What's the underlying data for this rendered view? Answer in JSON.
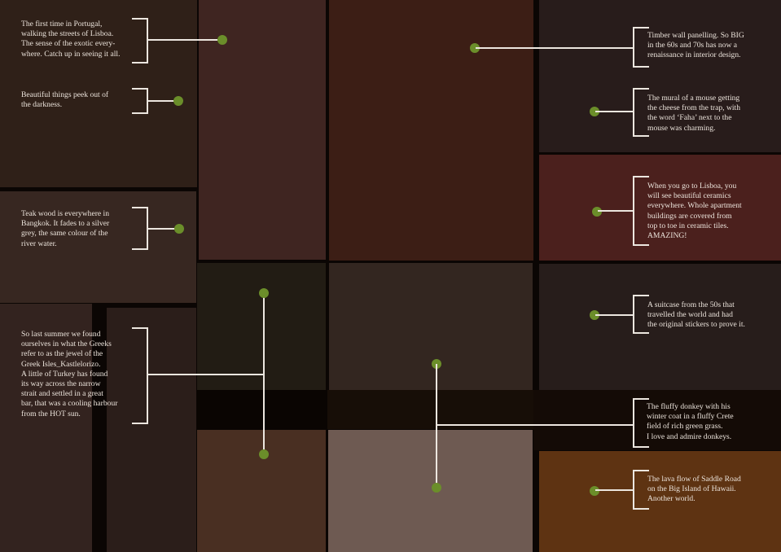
{
  "colors": {
    "background": "#0b0604",
    "dot": "#6b8e2a",
    "line": "#ece6df",
    "text": "#ece4dc"
  },
  "tiles": [
    {
      "id": "tile-top-left",
      "color": "#2f2018"
    },
    {
      "id": "tile-mid-left",
      "color": "#372721"
    },
    {
      "id": "tile-bottom-left-outer",
      "color": "#33231f"
    },
    {
      "id": "tile-bottom-left-inner",
      "color": "#2b1e1a"
    },
    {
      "id": "tile-col2-top",
      "color": "#3f2521"
    },
    {
      "id": "tile-col3-top",
      "color": "#3c1e15"
    },
    {
      "id": "tile-col2-mid",
      "color": "#221c14"
    },
    {
      "id": "tile-col3-mid",
      "color": "#332620"
    },
    {
      "id": "tile-dark-band-left",
      "color": "#0a0502"
    },
    {
      "id": "tile-dark-band-mid",
      "color": "#170e07"
    },
    {
      "id": "tile-col2-bottom",
      "color": "#492f22"
    },
    {
      "id": "tile-col3-bottom",
      "color": "#6e5a52"
    },
    {
      "id": "tile-right-1",
      "color": "#281c1b"
    },
    {
      "id": "tile-right-2",
      "color": "#4b201d"
    },
    {
      "id": "tile-right-3",
      "color": "#271d1b"
    },
    {
      "id": "tile-right-4",
      "color": "#140b06"
    },
    {
      "id": "tile-right-5",
      "color": "#5e3312"
    }
  ],
  "notes": [
    {
      "id": "portugal",
      "text": "The first time in Portugal,\nwalking the streets of Lisboa.\nThe sense of the exotic every-\nwhere. Catch up in seeing it all."
    },
    {
      "id": "darkness",
      "text": "Beautiful things peek out of\nthe darkness."
    },
    {
      "id": "teak",
      "text": "Teak wood is everywhere in\nBangkok.  It fades to a silver\ngrey, the same colour of the\nriver water."
    },
    {
      "id": "kastellorizo",
      "text": "So last summer we found\nourselves in what the Greeks\nrefer to as the jewel of the\nGreek Isles_Kastlelorizo.\nA little of Turkey has found\nits way across the narrow\nstrait and settled in a great\nbar, that was a cooling harbour\nfrom the HOT sun."
    },
    {
      "id": "timber",
      "text": "Timber wall panelling. So BIG\nin the 60s and 70s has now a\nrenaissance in interior design."
    },
    {
      "id": "mouse",
      "text": "The mural of a mouse getting\nthe cheese from the trap, with\nthe word ‘Faha’ next to the\nmouse was charming."
    },
    {
      "id": "ceramics",
      "text": "When you go to Lisboa, you\nwill see beautiful ceramics\neverywhere.  Whole apartment\nbuildings are covered from\ntop to toe in ceramic tiles.\nAMAZING!"
    },
    {
      "id": "suitcase",
      "text": "A suitcase from the 50s that\ntravelled the world and had\nthe original stickers to prove it."
    },
    {
      "id": "donkey",
      "text": "The fluffy donkey with his\nwinter coat in a fluffy Crete\nfield of rich green grass.\nI love and admire donkeys."
    },
    {
      "id": "lava",
      "text": "The lava flow of Saddle Road\non the Big Island of Hawaii.\nAnother world."
    }
  ]
}
